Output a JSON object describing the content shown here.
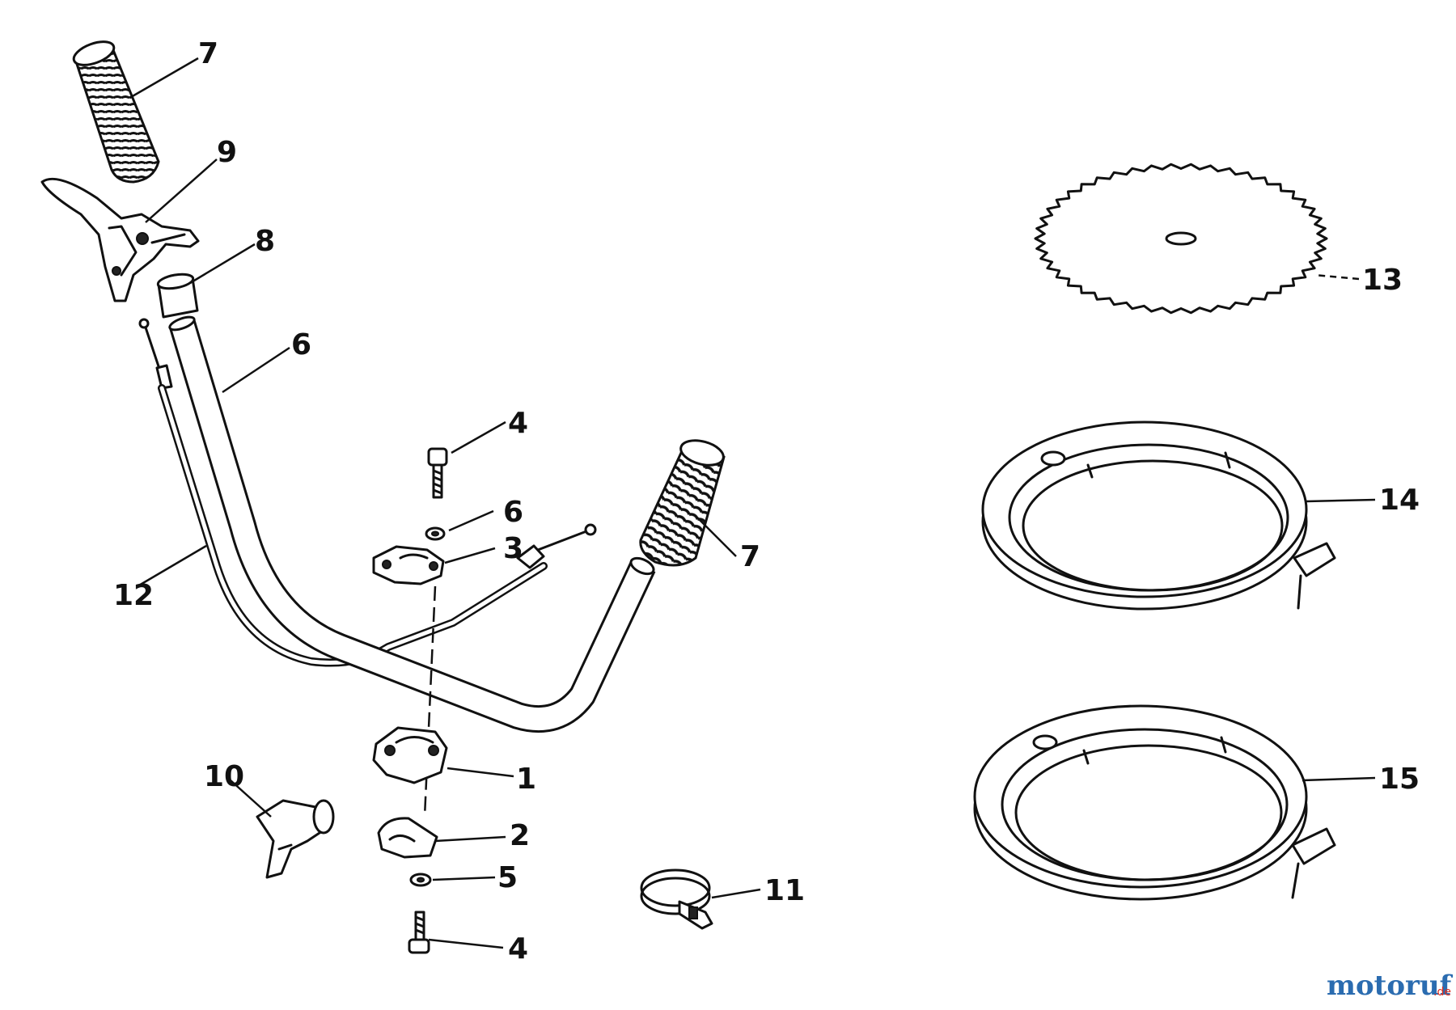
{
  "callouts": {
    "grip_top": "7",
    "throttle_lever": "9",
    "spacer": "8",
    "handle_bar": "6",
    "throttle_cable": "12",
    "bolt_top": "4",
    "washer_top": "6",
    "clamp_upper": "3",
    "grip_right": "7",
    "clamp_lower": "1",
    "clamp_base": "2",
    "washer_bottom": "5",
    "bolt_bottom": "4",
    "cable_holder": "10",
    "hose_clamp": "11",
    "saw_blade": "13",
    "guard_ring_upper": "14",
    "guard_ring_lower": "15"
  },
  "watermark": {
    "brand": "motoruf",
    "suffix": ".de",
    "brand_color": "#2b6cb0",
    "accent_color": "#e0301e"
  }
}
